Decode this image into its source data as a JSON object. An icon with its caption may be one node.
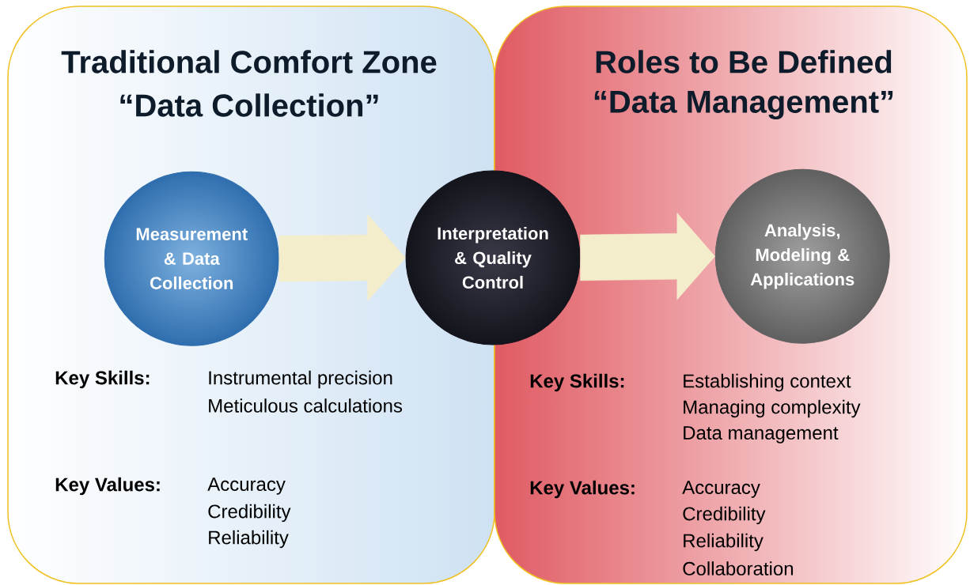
{
  "diagram": {
    "nodes": [
      {
        "text": [
          "Traditional Comfort Zone",
          "“Data Collection”"
        ]
      },
      {
        "text": [
          "Roles to Be Defined",
          "“Data Management”"
        ]
      },
      {
        "text": [
          "Measurement & Data Collection"
        ],
        "in": 0
      },
      {
        "text": [
          "Interpretation & Quality Control"
        ]
      },
      {
        "text": [
          "Analysis, Modeling & Applications"
        ],
        "in": 1
      }
    ],
    "edges": [
      {
        "from": 2,
        "to": 3,
        "arrow": "to"
      },
      {
        "from": 3,
        "to": 4,
        "arrow": "to"
      }
    ],
    "labels": [
      "Key Skills:",
      "Instrumental precision",
      "Meticulous calculations",
      "Key Values:",
      "Accuracy",
      "Credibility",
      "Reliability",
      "Key Skills:",
      "Establishing context",
      "Managing complexity",
      "Data management",
      "Key Values:",
      "Accuracy",
      "Credibility",
      "Reliability",
      "Collaboration"
    ]
  }
}
